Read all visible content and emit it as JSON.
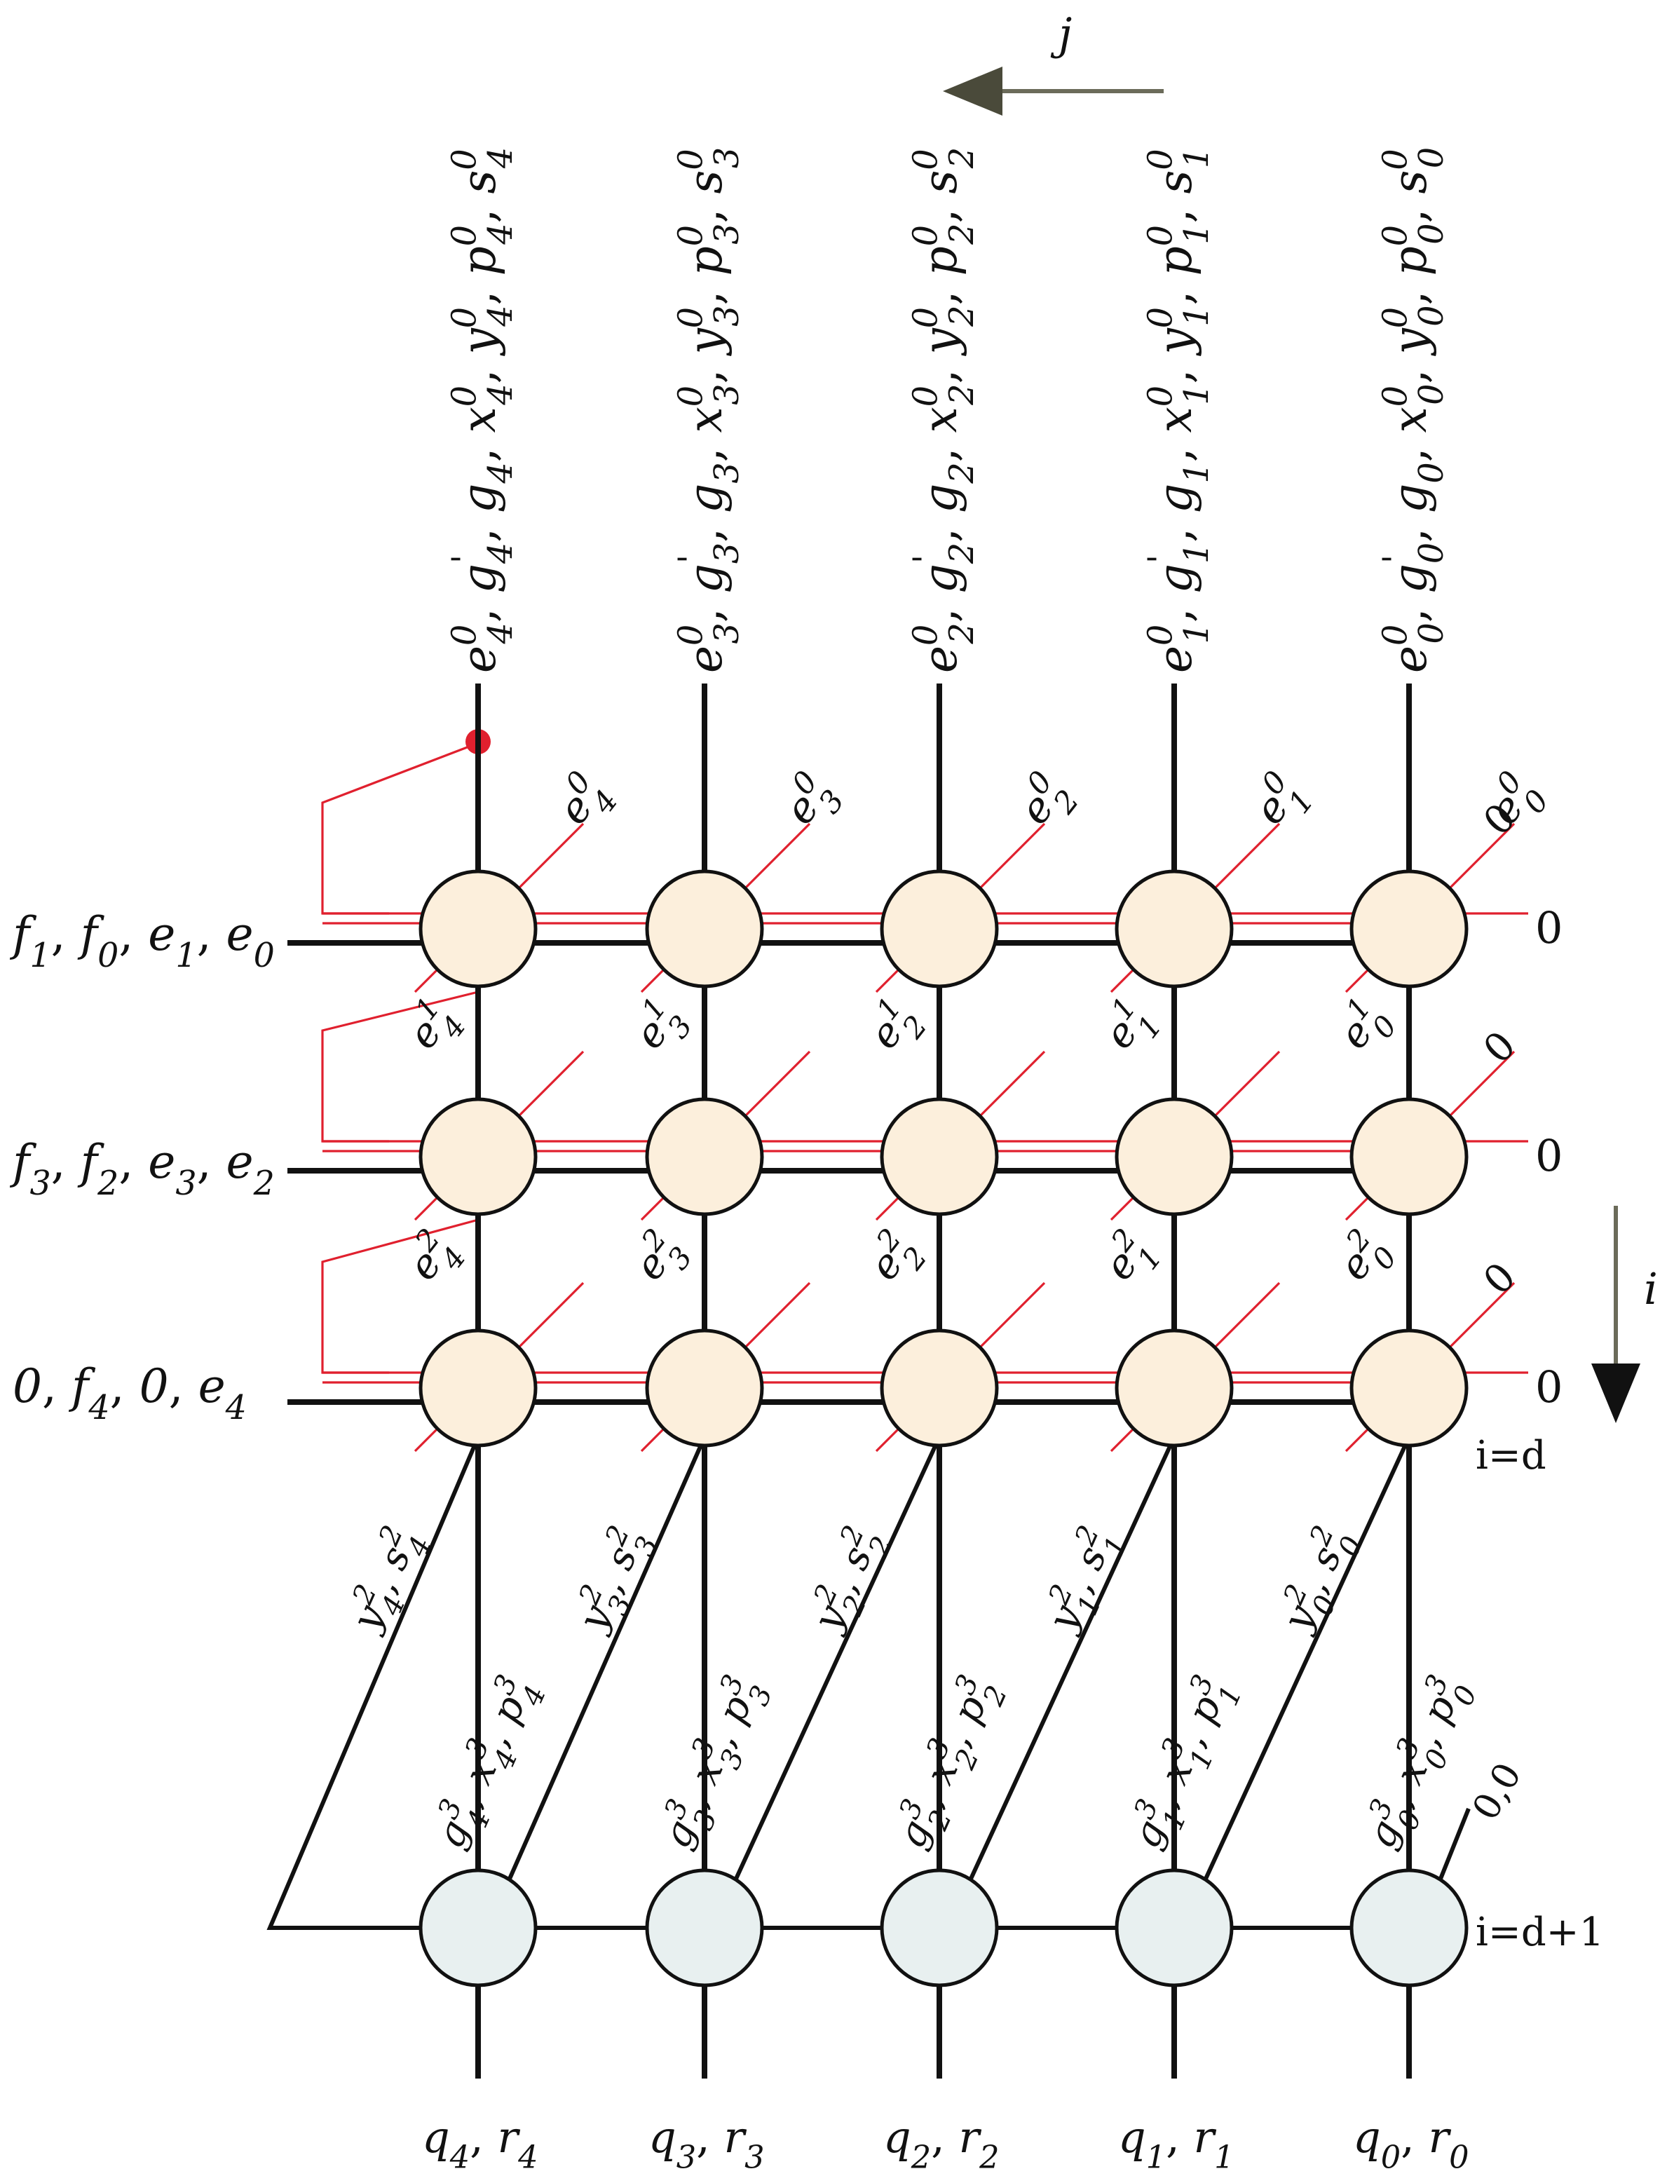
{
  "axes": {
    "j_label": "j",
    "i_label": "i"
  },
  "columns": [
    {
      "top_label": "e_4^0, g_4', g_4, x_4^0, y_4^0, p_4^0, s_4^0",
      "red_top": "e_4^0",
      "red_mid1": "e_4^1",
      "red_mid2": "e_4^2",
      "diag_label_1": "y_4^2, s_4^2",
      "diag_label_2": "g_4^3, x_4^3, p_4^3",
      "bottom_label": "q_4, r_4"
    },
    {
      "top_label": "e_3^0, g_3', g_3, x_3^0, y_3^0, p_3^0, s_3^0",
      "red_top": "e_3^0",
      "red_mid1": "e_3^1",
      "red_mid2": "e_3^2",
      "diag_label_1": "y_3^2, s_3^2",
      "diag_label_2": "g_3^3, x_3^3, p_3^3",
      "bottom_label": "q_3, r_3"
    },
    {
      "top_label": "e_2^0, g_2', g_2, x_2^0, y_2^0, p_2^0, s_2^0",
      "red_top": "e_2^0",
      "red_mid1": "e_2^1",
      "red_mid2": "e_2^2",
      "diag_label_1": "y_2^2, s_2^2",
      "diag_label_2": "g_2^3, x_2^3, p_2^3",
      "bottom_label": "q_2, r_2"
    },
    {
      "top_label": "e_1^0, g_1', g_1, x_1^0, y_1^0, p_1^0, s_1^0",
      "red_top": "e_1^0",
      "red_mid1": "e_1^1",
      "red_mid2": "e_1^2",
      "diag_label_1": "y_1^2, s_1^2",
      "diag_label_2": "g_1^3, x_1^3, p_1^3",
      "bottom_label": "q_1, r_1"
    },
    {
      "top_label": "e_0^0, g_0', g_0, x_0^0, y_0^0, p_0^0, s_0^0",
      "red_top": "e_0^0",
      "red_mid1": "e_0^1",
      "red_mid2": "e_0^2",
      "diag_label_1": "y_0^2, s_0^2",
      "diag_label_2": "g_0^3, x_0^3, p_0^3",
      "bottom_label": "q_0, r_0"
    }
  ],
  "rows": [
    {
      "left_label": "f_1, f_0, e_1, e_0",
      "right_diag": "0",
      "right_horiz": "0"
    },
    {
      "left_label": "f_3, f_2, e_3, e_2",
      "right_diag": "0",
      "right_horiz": "0"
    },
    {
      "left_label": "0, f_4, 0, e_4",
      "right_diag": "0",
      "right_horiz": "0",
      "row_tag": "i=d"
    }
  ],
  "bottom_row": {
    "row_tag": "i=d+1",
    "corner_label": "0,0"
  },
  "colors": {
    "red_wires": "#e0202e",
    "top_nodes": "#fcefdc",
    "bottom_nodes": "#e8f0f0",
    "axis_arrow": "#6b6b5a"
  }
}
